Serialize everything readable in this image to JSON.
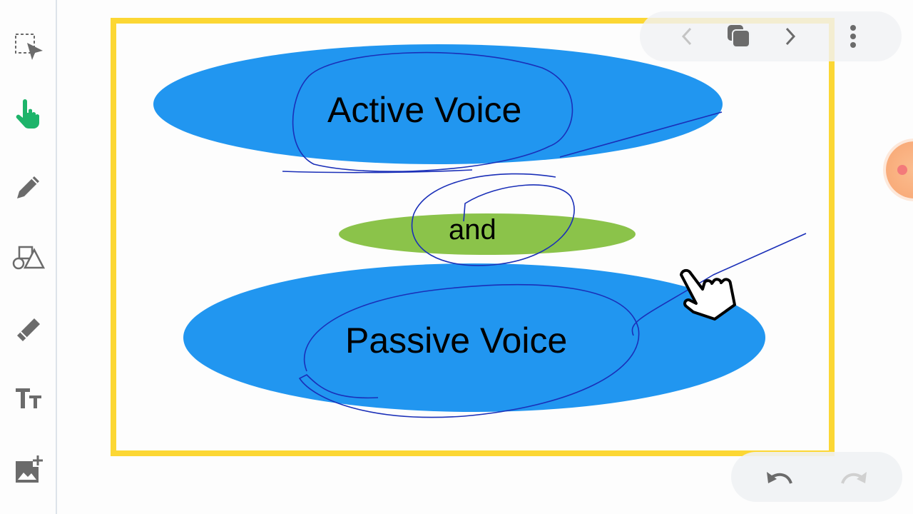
{
  "sidebar": {
    "tools": [
      {
        "name": "select-tool",
        "active": false
      },
      {
        "name": "hand-tool",
        "active": true
      },
      {
        "name": "pen-tool",
        "active": false
      },
      {
        "name": "shapes-tool",
        "active": false
      },
      {
        "name": "eraser-tool",
        "active": false
      },
      {
        "name": "text-tool",
        "active": false
      },
      {
        "name": "add-image-tool",
        "active": false
      }
    ]
  },
  "canvas": {
    "shapes": [
      {
        "text": "Active Voice",
        "color": "#2196f0"
      },
      {
        "text": "and",
        "color": "#8bc34a"
      },
      {
        "text": "Passive Voice",
        "color": "#2196f0"
      }
    ],
    "frame_color": "#fcd734",
    "ink_color": "#1a2fb8"
  },
  "colors": {
    "accent": "#1db46a",
    "icon": "#6b6b6b"
  }
}
